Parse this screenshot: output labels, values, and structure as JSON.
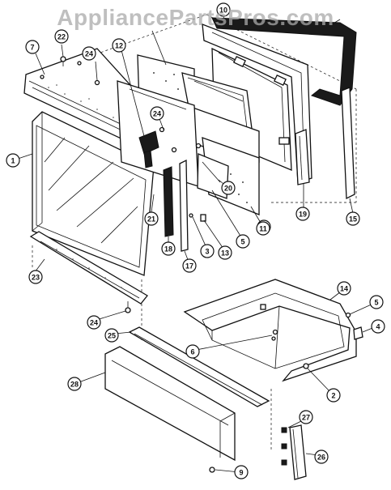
{
  "watermark": "AppliancePartsPros.com",
  "callouts": [
    "1",
    "2",
    "3",
    "4",
    "5",
    "5",
    "6",
    "6",
    "7",
    "9",
    "10",
    "11",
    "12",
    "13",
    "14",
    "15",
    "17",
    "18",
    "19",
    "20",
    "21",
    "22",
    "23",
    "24",
    "24",
    "24",
    "25",
    "26",
    "27",
    "28"
  ],
  "colors": {
    "ink": "#111111",
    "paper": "#ffffff",
    "watermark": "#aaaaaa"
  }
}
